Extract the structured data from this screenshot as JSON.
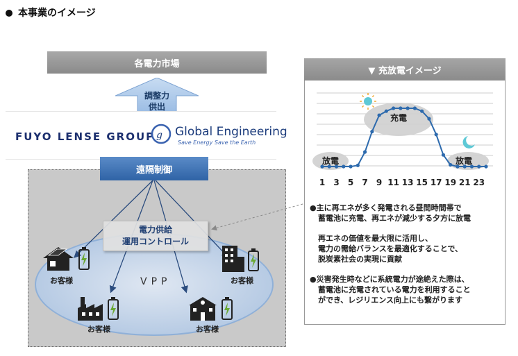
{
  "title": "本事業のイメージ",
  "market_label": "各電力市場",
  "adjust_label_1": "調整力",
  "adjust_label_2": "供出",
  "fuyo_logo": "FUYO LENSE GROUP",
  "ge_name": "Global Engineering",
  "ge_tagline": "Save Energy Save the Earth",
  "remote_label": "遠隔制御",
  "control_label_1": "電力供給",
  "control_label_2": "運用コントロール",
  "vpp_label": "VPP",
  "customer_label": "お客様",
  "panel_title": "▼ 充放電イメージ",
  "chart_data": {
    "type": "line",
    "x": [
      1,
      2,
      3,
      4,
      5,
      6,
      7,
      8,
      9,
      10,
      11,
      12,
      13,
      14,
      15,
      16,
      17,
      18,
      19,
      20,
      21,
      22,
      23,
      24
    ],
    "values": [
      0,
      0,
      0,
      0,
      0,
      0.02,
      0.25,
      0.6,
      0.88,
      0.95,
      1,
      1,
      1,
      1,
      0.95,
      0.82,
      0.55,
      0.2,
      0.03,
      0,
      0,
      0,
      0,
      0
    ],
    "tick_labels": [
      "1",
      "3",
      "5",
      "7",
      "9",
      "11",
      "13",
      "15",
      "17",
      "19",
      "21",
      "23"
    ],
    "charge_label": "充電",
    "discharge_label_left": "放電",
    "discharge_label_right": "放電",
    "colors": {
      "line": "#2d6aad",
      "marker": "#2d6aad"
    }
  },
  "notes": [
    "●主に再エネが多く発電される昼間時間帯で",
    "蓄電池に充電、再エネが減少する夕方に放電",
    "再エネの価値を最大限に活用し、",
    "電力の需給バランスを最適化することで、",
    "脱炭素社会の実現に貢献",
    "●災害発生時などに系統電力が途絶えた際は、",
    "蓄電池に充電されている電力を利用すること",
    "ができ、レジリエンス向上にも繋がります"
  ],
  "icons": [
    "house-solar-icon",
    "building-icon",
    "factory-icon",
    "school-icon",
    "battery-icon",
    "sun-icon",
    "moon-icon"
  ]
}
